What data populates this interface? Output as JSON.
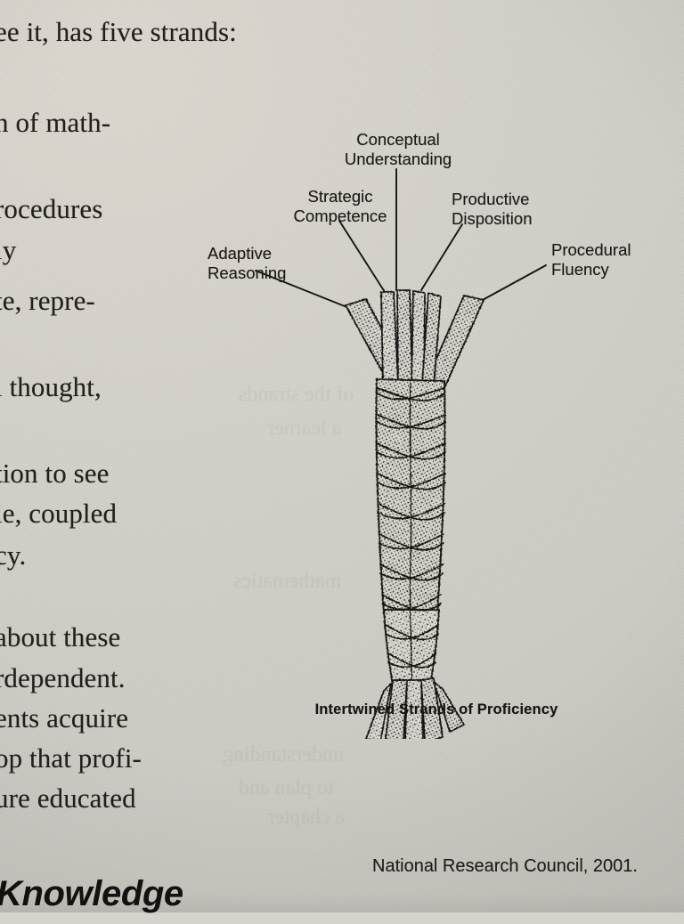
{
  "page": {
    "background_color": "#d6d3cc",
    "ink_color": "#1b1a18",
    "body_text_lines": [
      "ee it, has five strands:",
      "n of math-",
      "rocedures",
      "ly",
      "te,  repre-",
      "l thought,",
      "tion to see",
      "le, coupled",
      "cy.",
      "about these",
      "rdependent.",
      "ents acquire",
      "op that profi-",
      "ure educated"
    ],
    "running_head": "Knowledge",
    "ghost_text": [
      "of the strands",
      "a learner",
      "mathematics",
      "understanding",
      "to plan and",
      "a chapter"
    ]
  },
  "figure": {
    "caption": "Intertwined Strands of Proficiency",
    "source": "National Research Council, 2001.",
    "strand_count": 5,
    "labels": [
      {
        "id": "conceptual-understanding",
        "text": "Conceptual\nUnderstanding",
        "align": "ctr"
      },
      {
        "id": "strategic-competence",
        "text": "Strategic\nCompetence",
        "align": "ctr"
      },
      {
        "id": "productive-disposition",
        "text": "Productive\nDisposition",
        "align": "lft"
      },
      {
        "id": "adaptive-reasoning",
        "text": "Adaptive\nReasoning",
        "align": "lft"
      },
      {
        "id": "procedural-fluency",
        "text": "Procedural\nFluency",
        "align": "lft"
      }
    ]
  },
  "chart_data": {
    "type": "diagram",
    "title": "Intertwined Strands of Proficiency",
    "subtitle": "National Research Council, 2001.",
    "diagram_kind": "braided-rope",
    "strands": [
      "Conceptual Understanding",
      "Strategic Competence",
      "Productive Disposition",
      "Adaptive Reasoning",
      "Procedural Fluency"
    ],
    "note": "Five labeled strands emerge from the top of a braided rope, illustrating that the five strands of mathematical proficiency are interwoven and interdependent."
  }
}
